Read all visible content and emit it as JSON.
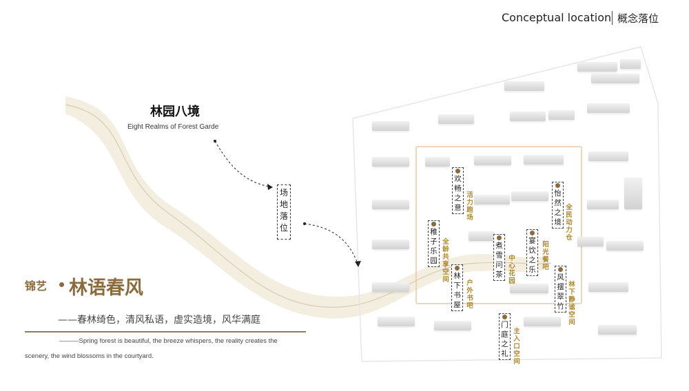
{
  "header": {
    "title_en": "Conceptual location",
    "title_cn": "概念落位"
  },
  "realms": {
    "title_cn": "林园八境",
    "title_en": "Eight Realms of Forest Garde"
  },
  "site": {
    "label": "场地落位"
  },
  "theme": {
    "brand": "锦艺",
    "name": "林语春风",
    "slogan": "——春林绮色，清风私语，虚实造境，风华满庭",
    "en_line1": "———Spring forest is beautiful, the breeze whispers, the reality creates the",
    "en_line2": "scenery, the wind blossoms in the courtyard."
  },
  "colors": {
    "accent": "#8a6b3d",
    "label_gold": "#b08830",
    "path": "#e8e0cc",
    "frame": "#e8c9a8"
  },
  "map": {
    "realm_boxes": [
      "欢畅之意",
      "稚子乐园",
      "林下书屋",
      "煮雪问茶",
      "宴饮之乐",
      "怡然之境",
      "风摆翠竹",
      "门庭之礼"
    ],
    "gold_labels": [
      "活力跑场",
      "全龄共享空间",
      "户外书吧",
      "中心花园",
      "阳光餐吧",
      "全民动力仓",
      "林下静谧空间",
      "主入口空间"
    ]
  }
}
